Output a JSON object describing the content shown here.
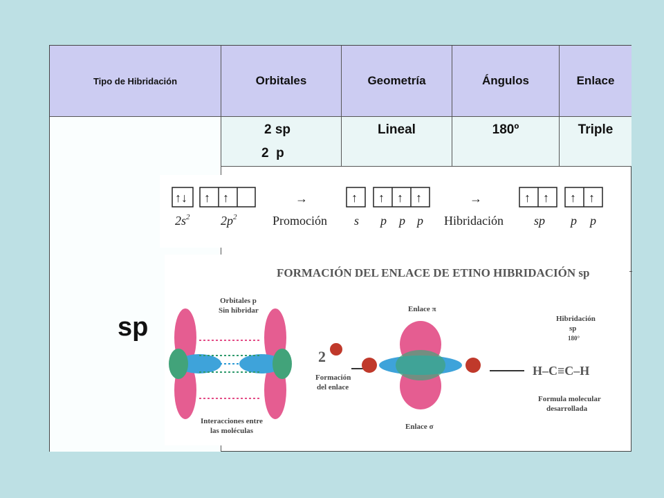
{
  "table": {
    "headers": [
      "Tipo de Hibridación",
      "Orbitales",
      "Geometría",
      "Ángulos",
      "Enlace"
    ],
    "row": {
      "tipo": "sp",
      "orbitales_line1": "2 sp",
      "orbitales_line2": "2  p",
      "geometria": "Lineal",
      "angulos": "180º",
      "enlace": "Triple"
    }
  },
  "orbital_diagram": {
    "labels": {
      "s2": "2s",
      "p2": "2p",
      "arrow": "→",
      "promocion": "Promoción",
      "s": "s",
      "p": "p",
      "hibridacion": "Hibridación",
      "sp": "sp"
    }
  },
  "formation_figure": {
    "title": "FORMACIÓN DEL ENLACE DE ETINO HIBRIDACIÓN sp",
    "orbitales_label_1": "Orbitales p",
    "orbitales_label_2": "Sin hibridar",
    "interacciones_1": "Interacciones entre",
    "interacciones_2": "las moléculas",
    "two": "2",
    "formacion_1": "Formación",
    "formacion_2": "del enlace",
    "enlace_pi": "Enlace π",
    "enlace_sigma": "Enlace σ",
    "hib_1": "Hibridación",
    "hib_2": "sp",
    "hib_3": "180°",
    "formula": "H–C≡C–H",
    "formula_label_1": "Formula molecular",
    "formula_label_2": "desarrollada"
  }
}
